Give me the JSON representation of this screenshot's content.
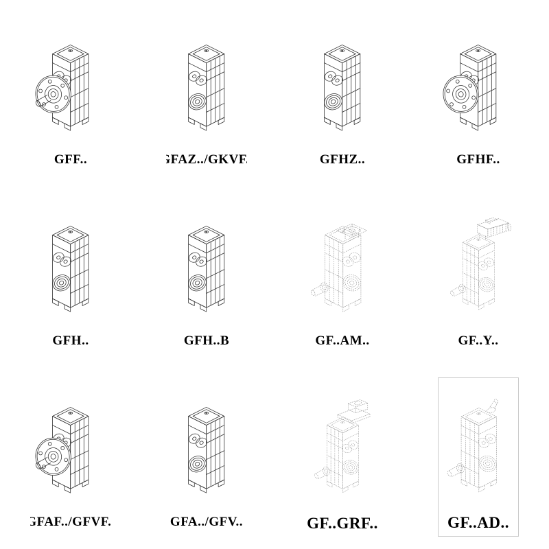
{
  "page": {
    "background": "#ffffff",
    "description": "Catalog sheet of parallel shaft helical gearmotor model variants"
  },
  "colors": {
    "solid_line": "#2e2e2e",
    "phantom_line": "#8f8f8f",
    "label_text": "#000000",
    "background": "#ffffff"
  },
  "grid": {
    "items": [
      {
        "label": "GFF..",
        "symbol": "#sym-flange",
        "drawing": "flange-mounted-gearbox-with-shaft"
      },
      {
        "label": "GFAZ../GKVF..",
        "symbol": "#sym-bore",
        "drawing": "hollow-shaft-gearbox"
      },
      {
        "label": "GFHZ..",
        "symbol": "#sym-bore",
        "drawing": "hollow-shaft-gearbox"
      },
      {
        "label": "GFHF..",
        "symbol": "#sym-flange-hf",
        "drawing": "flange-mounted-gearbox"
      },
      {
        "label": "GFH..",
        "symbol": "#sym-bore",
        "drawing": "hollow-shaft-gearbox"
      },
      {
        "label": "GFH..B",
        "symbol": "#sym-bore",
        "drawing": "hollow-shaft-gearbox-foot-mounted"
      },
      {
        "label": "GF..AM..",
        "symbol": "#sym-dash-am",
        "drawing": "gearbox-with-motor-adapter-flange-phantom"
      },
      {
        "label": "GF..Y..",
        "symbol": "#sym-dash-motor",
        "drawing": "gearbox-with-mounted-motor-phantom"
      },
      {
        "label": "GFAF../GFVF..",
        "symbol": "#sym-flange",
        "drawing": "flange-mounted-gearbox-with-shaft"
      },
      {
        "label": "GFA../GFV..",
        "symbol": "#sym-bore",
        "drawing": "hollow-shaft-gearbox"
      },
      {
        "label": "GF..GRF..",
        "symbol": "#sym-dash-grf",
        "drawing": "gearbox-with-adapter-plate-phantom"
      },
      {
        "label": "GF..AD..",
        "symbol": "#sym-dash-ad",
        "drawing": "gearbox-with-free-input-shaft-phantom"
      }
    ]
  }
}
